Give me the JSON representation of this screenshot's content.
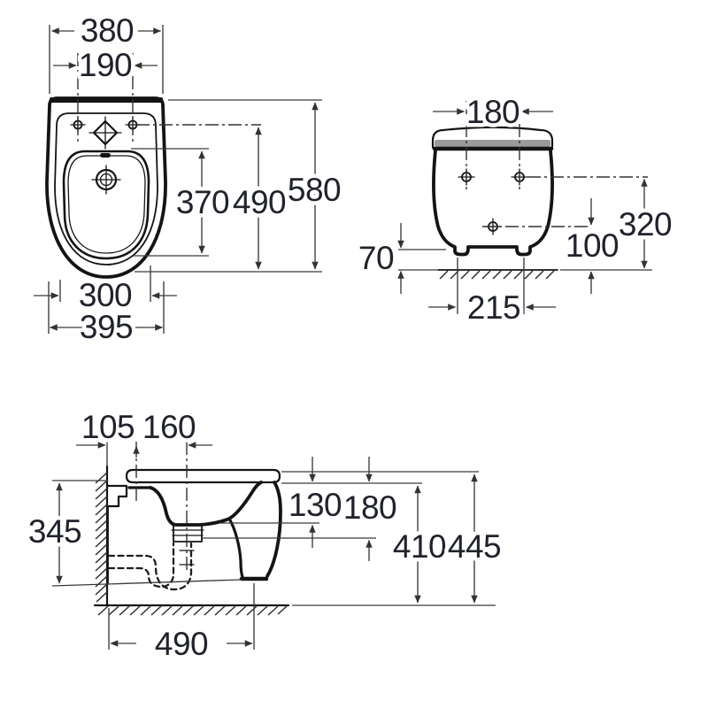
{
  "views": {
    "plan": {
      "dims": {
        "w380": "380",
        "w190": "190",
        "d370": "370",
        "d490": "490",
        "d580": "580",
        "w300": "300",
        "w395": "395"
      }
    },
    "rear": {
      "dims": {
        "w180": "180",
        "h320": "320",
        "h100": "100",
        "h70": "70",
        "w215": "215"
      }
    },
    "side": {
      "dims": {
        "x105": "105",
        "x160": "160",
        "h130": "130",
        "h180": "180",
        "h345": "345",
        "h410": "410",
        "h445": "445",
        "l490": "490"
      }
    }
  },
  "colors": {
    "ink": "#141414",
    "dim_line": "#3a3a3a",
    "text": "#20232b",
    "lid_shadow": "#9b9b9b",
    "background": "#ffffff"
  }
}
